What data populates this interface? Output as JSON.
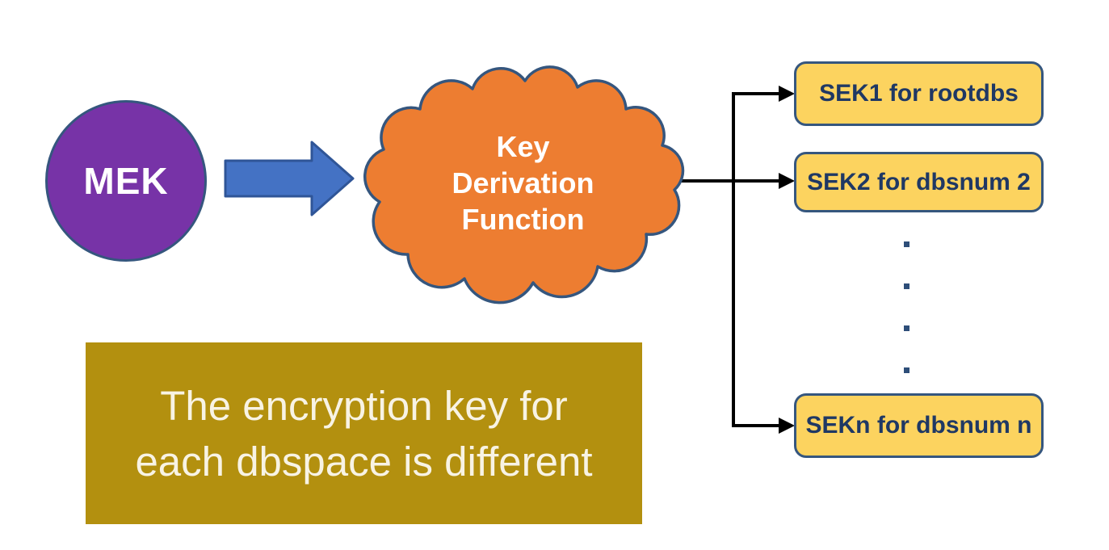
{
  "diagram": {
    "type": "flow-diagram",
    "mek": {
      "label": "MEK"
    },
    "kdf": {
      "label": "Key\nDerivation\nFunction"
    },
    "sek_boxes": [
      {
        "label": "SEK1 for rootdbs"
      },
      {
        "label": "SEK2 for dbsnum 2"
      },
      {
        "label": "SEKn for dbsnum n"
      }
    ],
    "ellipsis_dot_count": 4,
    "caption": {
      "text": "The encryption key for\neach dbspace is different"
    },
    "colors": {
      "purple": "#7733a7",
      "node_border": "#35567e",
      "arrow_fill": "#4472c4",
      "arrow_border": "#2f5597",
      "cloud_fill": "#ed7d31",
      "sek_fill": "#fcd35f",
      "sek_text": "#1f3864",
      "connector": "#000000",
      "caption_fill": "#b3900f",
      "caption_text": "#f8f3e4",
      "dot": "#2e4e79",
      "white_text": "#ffffff"
    }
  }
}
